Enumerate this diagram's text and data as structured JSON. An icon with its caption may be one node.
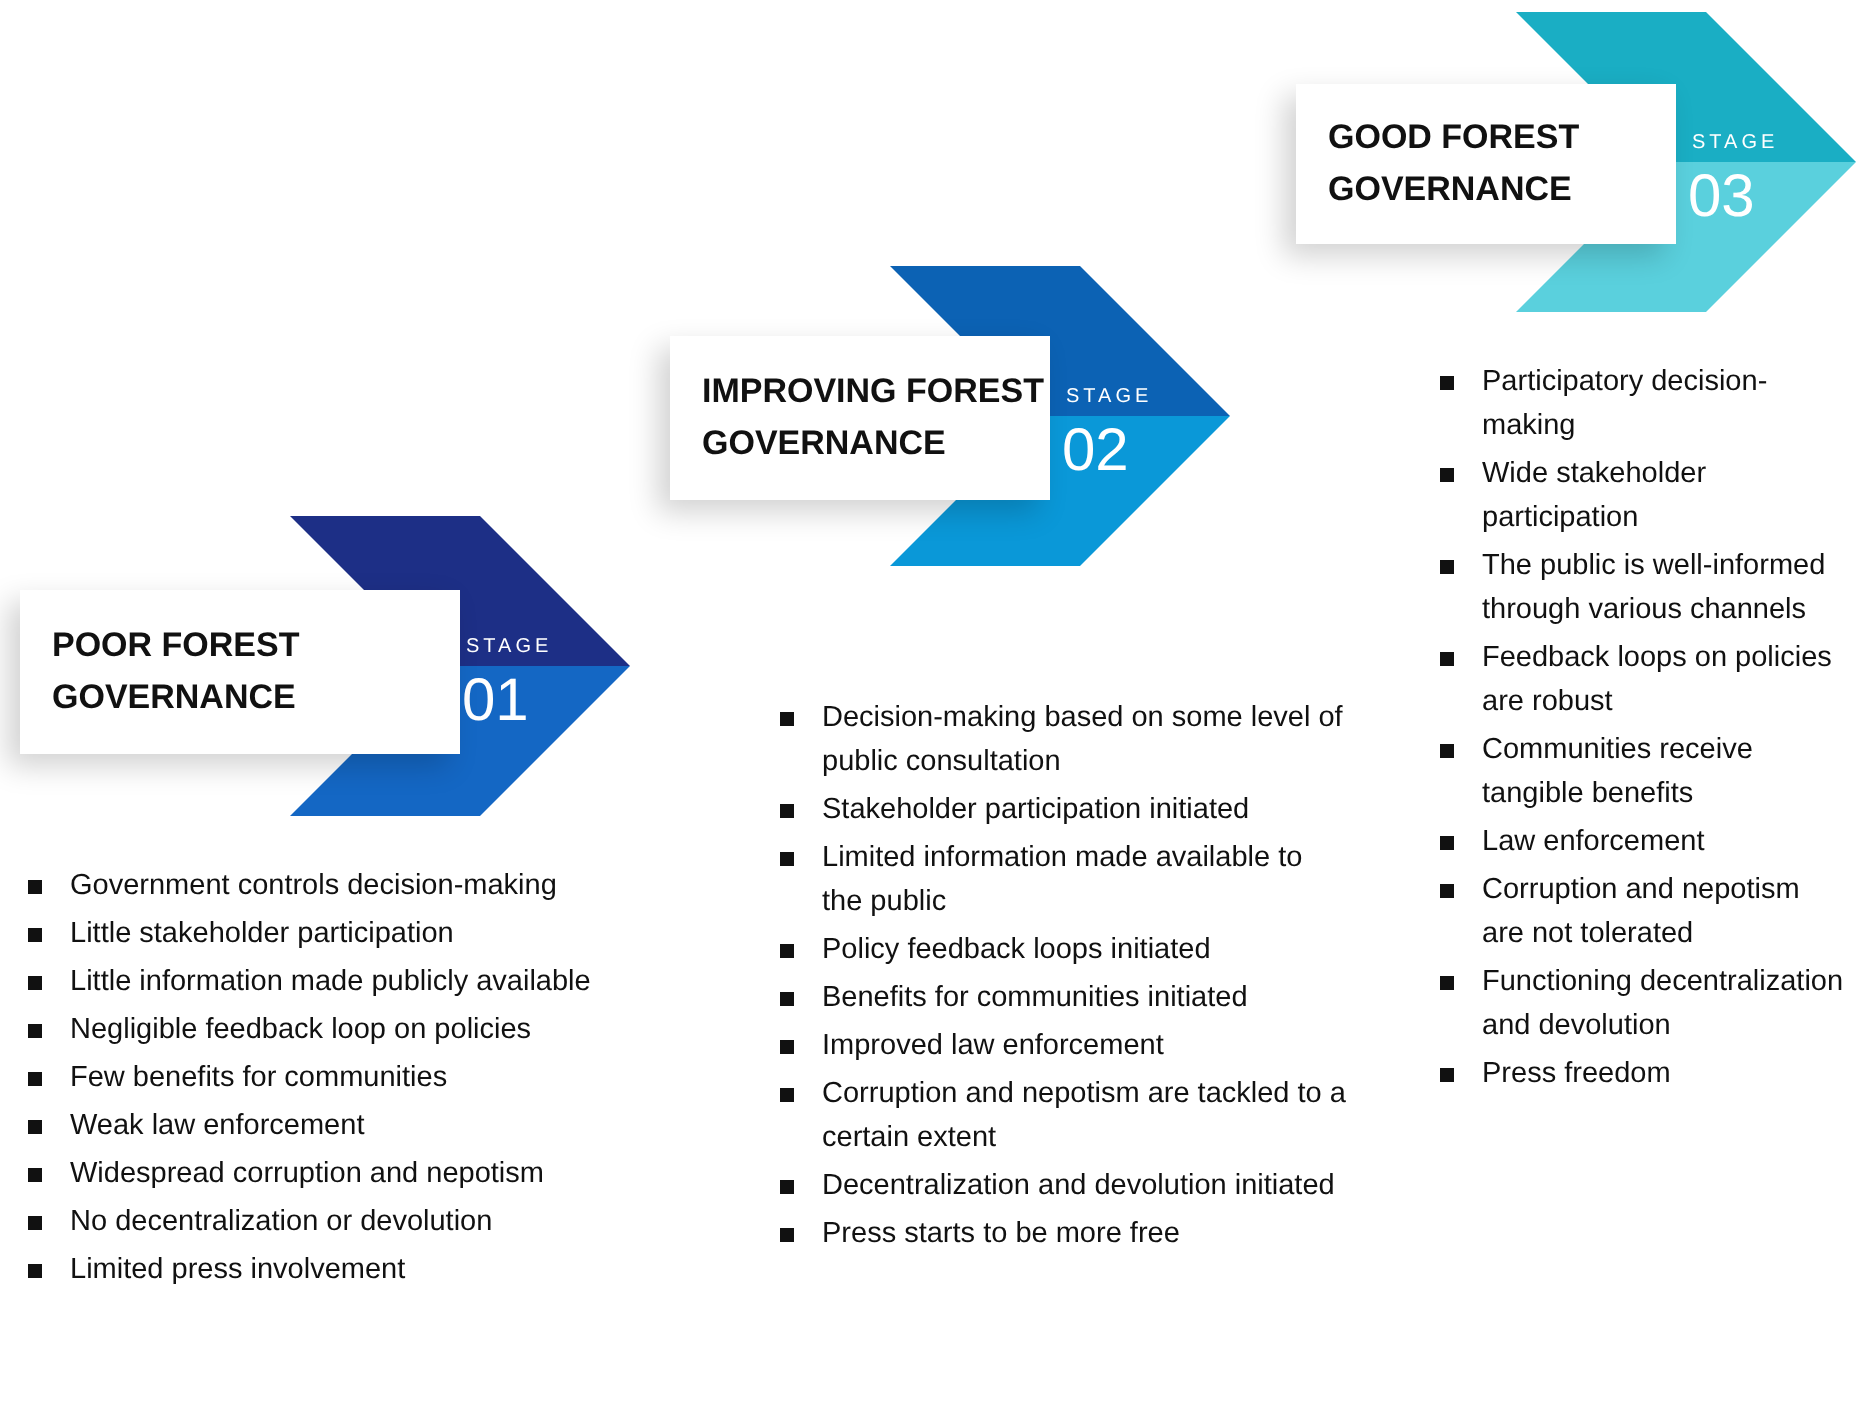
{
  "diagram": {
    "nodes": [
      {
        "text": [
          "POOR FOREST GOVERNANCE"
        ]
      },
      {
        "text": [
          "STAGE",
          "01"
        ],
        "beside": [
          "Government controls decision-making",
          "Little stakeholder participation",
          "Little information made publicly available",
          "Negligible feedback loop on policies",
          "Few benefits for communities",
          "Weak law enforcement",
          "Widespread corruption and nepotism",
          "No decentralization or devolution",
          "Limited press involvement"
        ]
      },
      {
        "text": [
          "IMPROVING FOREST GOVERNANCE"
        ]
      },
      {
        "text": [
          "STAGE",
          "02"
        ],
        "beside": [
          "Decision-making based on some level of public consultation",
          "Stakeholder participation initiated",
          "Limited information made available to the public",
          "Policy feedback loops initiated",
          "Benefits for communities initiated",
          "Improved law enforcement",
          "Corruption and nepotism are tackled to a certain extent",
          "Decentralization and devolution initiated",
          "Press starts to be more free"
        ]
      },
      {
        "text": [
          "GOOD FOREST GOVERNANCE"
        ]
      },
      {
        "text": [
          "STAGE",
          "03"
        ],
        "beside": [
          "Participatory decision-making",
          "Wide stakeholder participation",
          "The public is well-informed through various channels",
          "Feedback loops on policies are robust",
          "Communities receive tangible benefits",
          "Law enforcement",
          "Corruption and nepotism are not tolerated",
          "Functioning decentralization and devolution",
          "Press freedom"
        ]
      }
    ]
  }
}
